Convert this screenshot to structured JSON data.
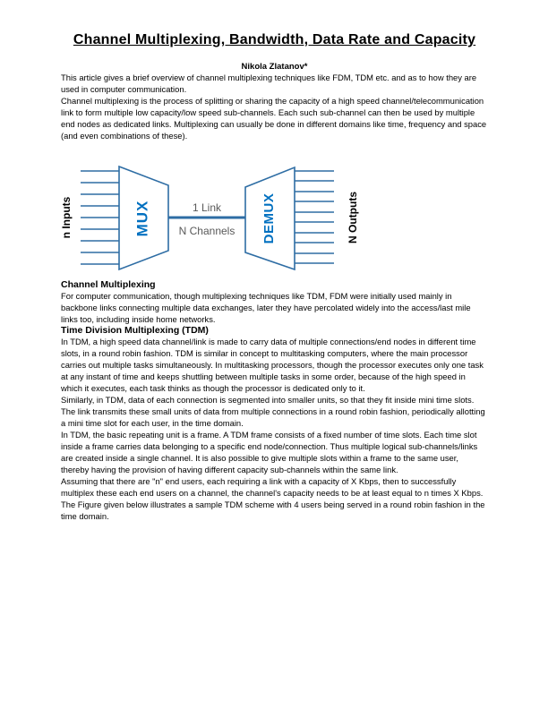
{
  "page": {
    "title": "Channel Multiplexing, Bandwidth, Data Rate and Capacity",
    "author": "Nikola Zlatanov*"
  },
  "intro": {
    "p1": "This article gives a brief overview of channel multiplexing techniques like FDM, TDM etc. and as to how they are used in computer communication.",
    "p2": "Channel multiplexing is the process of splitting or sharing the capacity of a high speed channel/telecommunication link to form multiple low capacity/low speed sub-channels. Each such sub-channel can then be used by multiple end nodes as dedicated links. Multiplexing can usually be done in different domains like time, frequency and space (and even combinations of these)."
  },
  "diagram": {
    "inputs_label": "n Inputs",
    "outputs_label": "N Outputs",
    "mux_label": "MUX",
    "demux_label": "DEMUX",
    "link_label": "1 Link",
    "channels_label": "N Channels",
    "input_line_count": 9,
    "output_line_count": 10,
    "colors": {
      "line_blue": "#2e6da4",
      "block_label_blue": "#0070c0",
      "link_label_gray": "#595959"
    }
  },
  "sections": {
    "channel_multiplexing": {
      "heading": "Channel Multiplexing",
      "p1": "For computer communication, though multiplexing techniques like TDM, FDM were initially used mainly in backbone links connecting multiple data exchanges, later they have percolated widely into the access/last mile links too, including inside home networks."
    },
    "tdm": {
      "heading": "Time Division Multiplexing (TDM)",
      "p1": "In TDM, a high speed data channel/link is made to carry data of multiple connections/end nodes in different time slots, in a round robin fashion. TDM is similar in concept to multitasking computers, where the main processor carries out multiple tasks simultaneously. In multitasking processors, though the processor executes only one task at any instant of time and keeps shuttling between multiple tasks in some order, because of the high speed in which it executes, each task thinks as though the processor is dedicated only to it.",
      "p2": "Similarly, in TDM, data of each connection is segmented into smaller units, so that they fit inside mini time slots. The link transmits these small units of data from multiple connections in a round robin fashion, periodically allotting a mini time slot for each user, in the time domain.",
      "p3": "In TDM, the basic repeating unit is a frame. A TDM frame consists of a fixed number of time slots. Each time slot inside a frame carries data belonging to a specific end node/connection. Thus multiple logical sub-channels/links are created inside a single channel. It is also possible to give multiple slots within a frame to the same user, thereby having the provision of having different capacity sub-channels within the same link.",
      "p4": "Assuming that there are \"n\" end users, each requiring a link with a capacity of X Kbps, then to successfully multiplex these each end users on a channel, the channel's capacity needs to be at least equal to n times X Kbps.",
      "p5": "The Figure given below illustrates a sample TDM scheme with 4 users being served in a round robin fashion in the time domain."
    }
  }
}
